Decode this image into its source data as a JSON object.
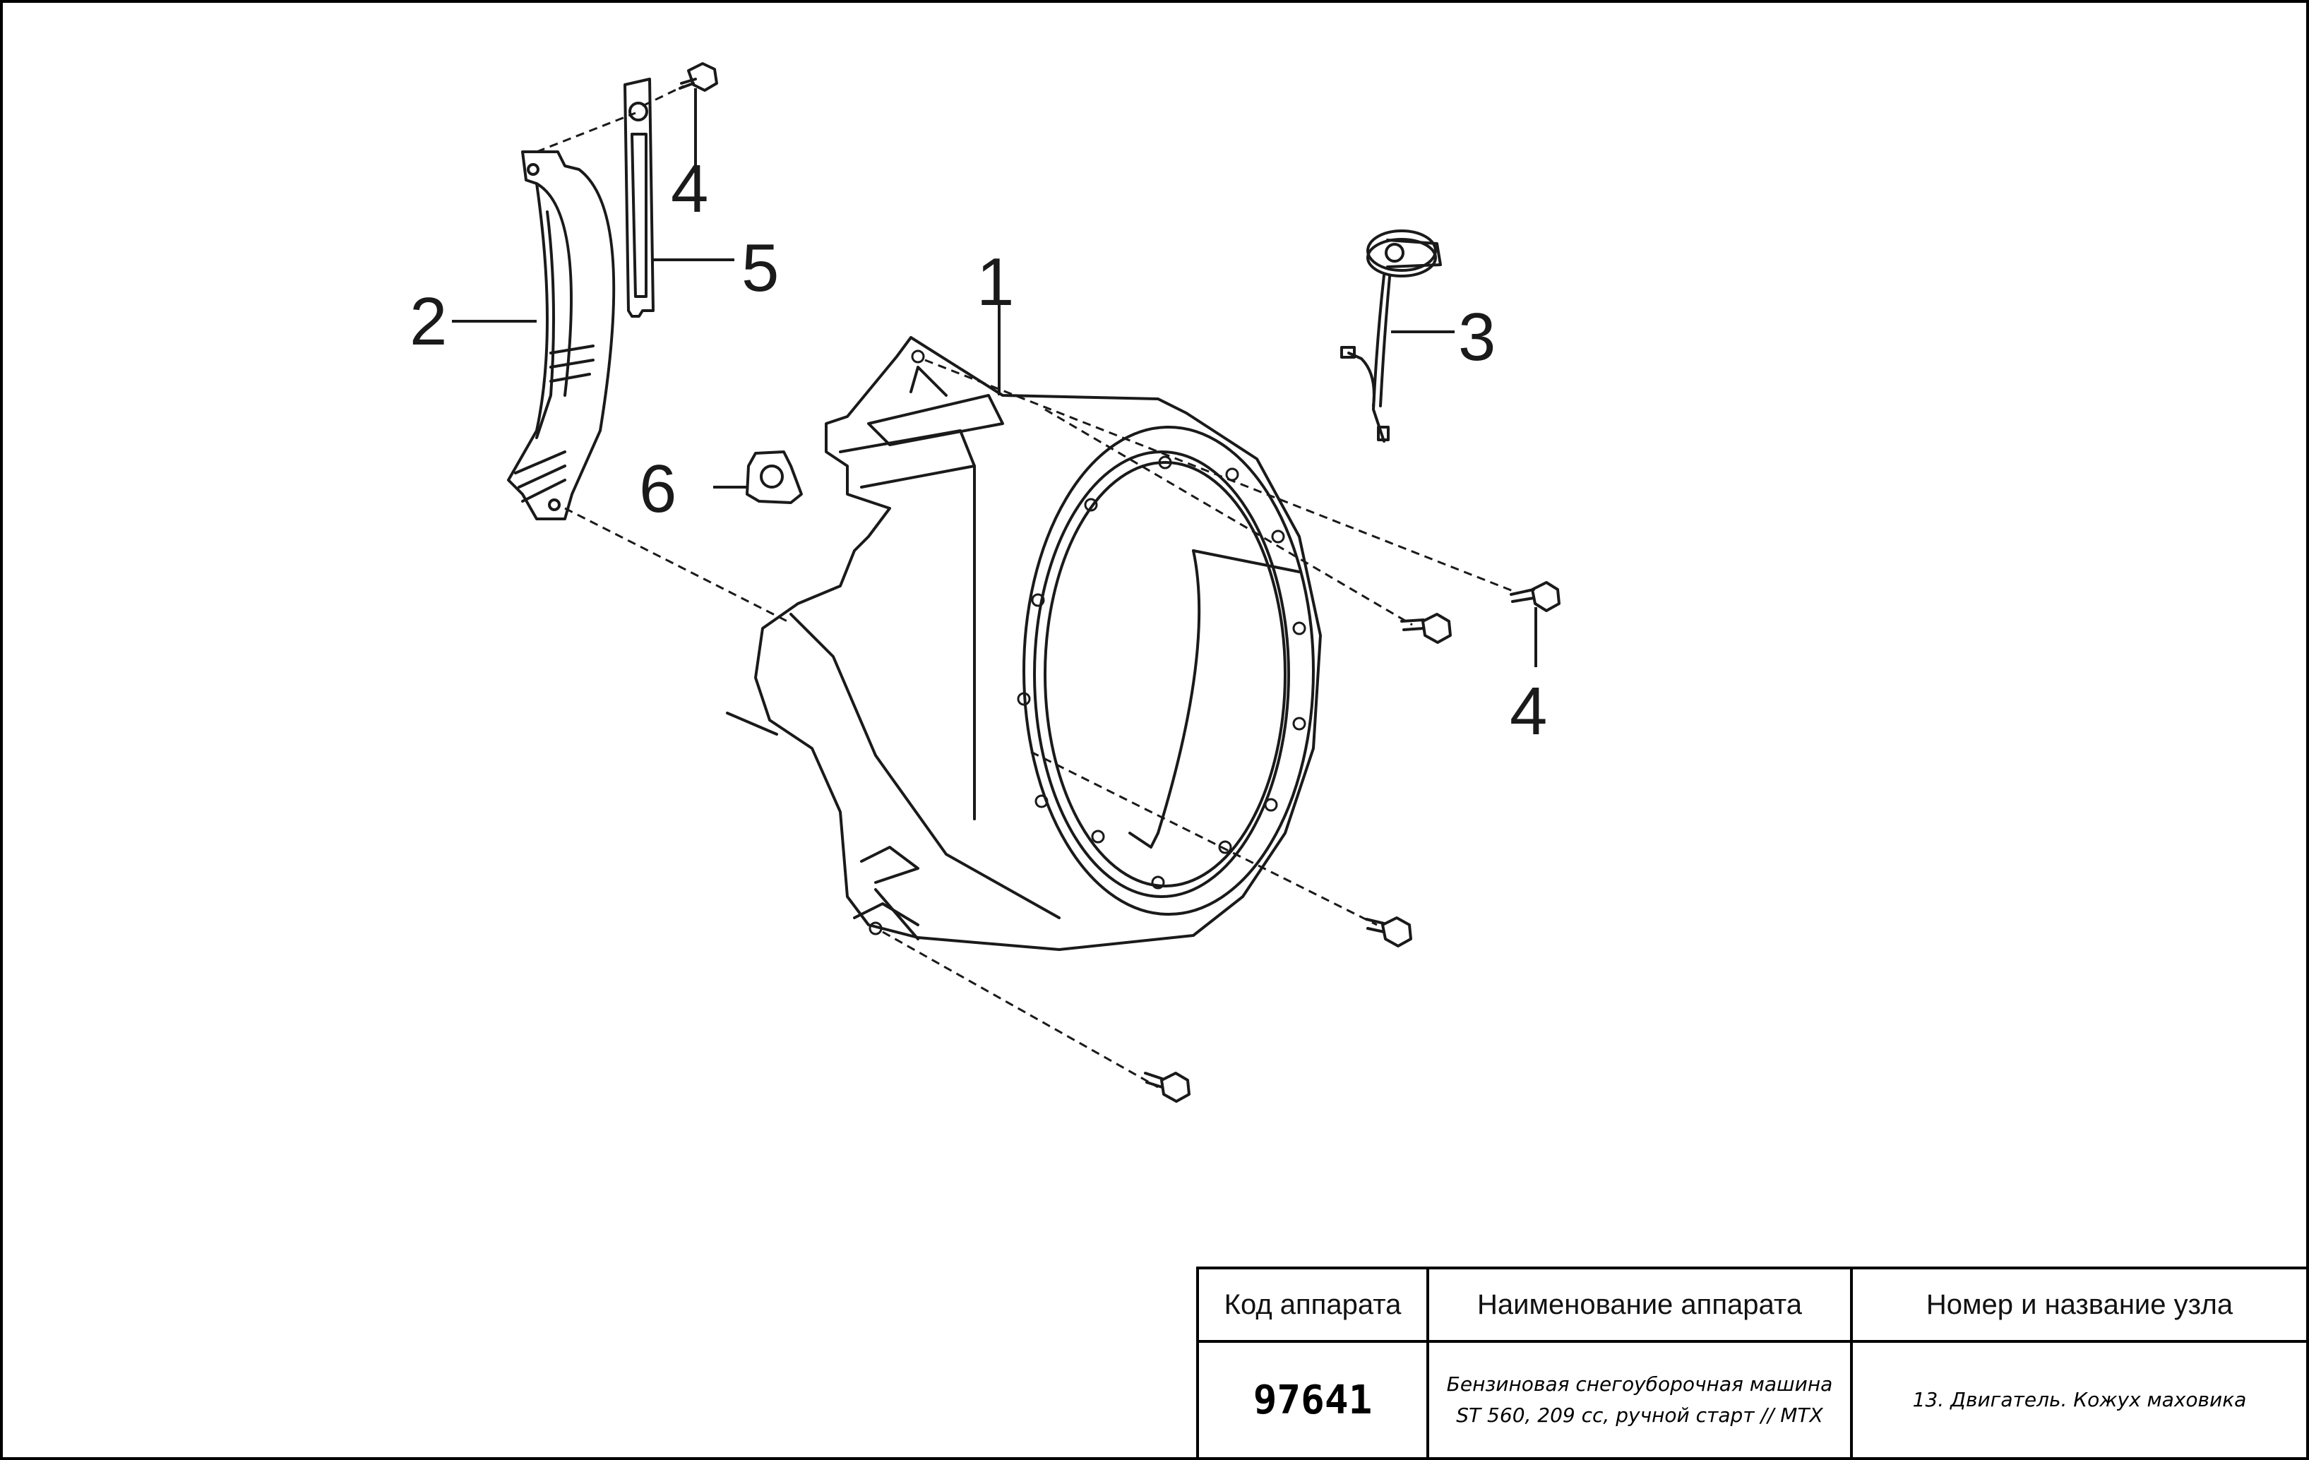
{
  "callouts": {
    "housing": "1",
    "baffle": "2",
    "ignition_switch": "3",
    "bolt_top": "4",
    "bolt_right": "4",
    "plate": "5",
    "grommet": "6"
  },
  "title_block": {
    "code_header": "Код аппарата",
    "name_header": "Наименование аппарата",
    "node_header": "Номер и название узла",
    "code_value": "97641",
    "name_value_line1": "Бензиновая снегоуборочная машина",
    "name_value_line2": "ST 560, 209 cc, ручной старт // MTX",
    "node_value": "13. Двигатель. Кожух маховика"
  }
}
